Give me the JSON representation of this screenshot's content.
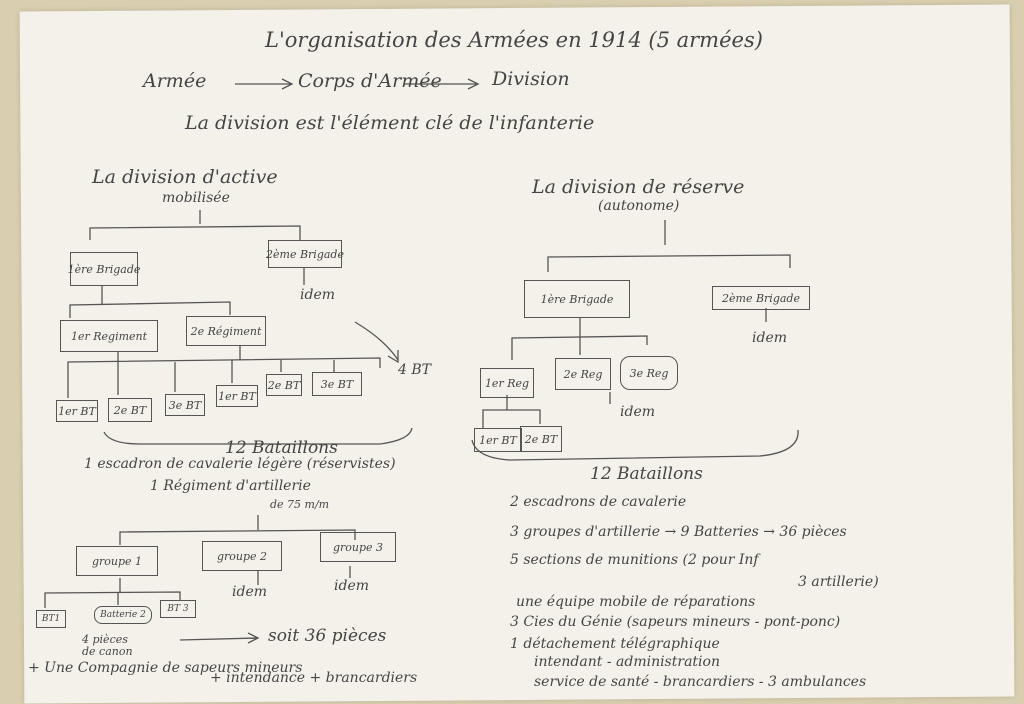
{
  "header": {
    "title": "L'organisation des Armées en 1914 (5 armées)",
    "hierarchy": [
      "Armée",
      "Corps d'Armée",
      "Division"
    ],
    "arrow": "→",
    "subtitle": "La division est l'élément clé de l'infanterie"
  },
  "left": {
    "title": "La division d'active",
    "subtitle": "mobilisée",
    "brigade1": "1ère Brigade",
    "brigade2": "2ème Brigade",
    "idem_brigade": "idem",
    "regiment1": "1er Regiment",
    "regiment2": "2e Régiment",
    "bt_right": "4 BT",
    "battalions": [
      "1er BT",
      "2e BT",
      "3e BT",
      "1er BT",
      "2e BT",
      "3e BT"
    ],
    "total_battalions": "12 Bataillons",
    "cavalry": "1 escadron de cavalerie légère (réservistes)",
    "artillery": "1 Régiment d'artillerie",
    "artillery_caliber": "de 75 m/m",
    "groups": [
      "groupe 1",
      "groupe 2",
      "groupe 3"
    ],
    "idem_g2": "idem",
    "idem_g3": "idem",
    "batteries": [
      "BT1",
      "Batterie 2",
      "BT 3"
    ],
    "pieces_note": "4 pièces de canon",
    "total_pieces": "soit 36 pièces",
    "footer_line1": "+ Une Compagnie de sapeurs mineurs",
    "footer_line2": "+ intendance + brancardiers"
  },
  "right": {
    "title": "La division de réserve",
    "subtitle": "(autonome)",
    "brigade1": "1ère Brigade",
    "brigade2": "2ème Brigade",
    "idem_brigade": "idem",
    "regiments": [
      "1er Reg",
      "2e Reg",
      "3e Reg"
    ],
    "idem_regiments": "idem",
    "battalions": [
      "1er BT",
      "2e BT"
    ],
    "total_battalions": "12 Bataillons",
    "list": [
      "2  escadrons de cavalerie",
      "3  groupes d'artillerie → 9 Batteries → 36 pièces",
      "5  sections de munitions (2 pour Inf",
      "3 artillerie)",
      "une équipe mobile de réparations",
      "3  Cies du Génie (sapeurs mineurs - pont-ponc)",
      "1  détachement télégraphique",
      "intendant - administration",
      "service de santé - brancardiers - 3 ambulances"
    ]
  }
}
